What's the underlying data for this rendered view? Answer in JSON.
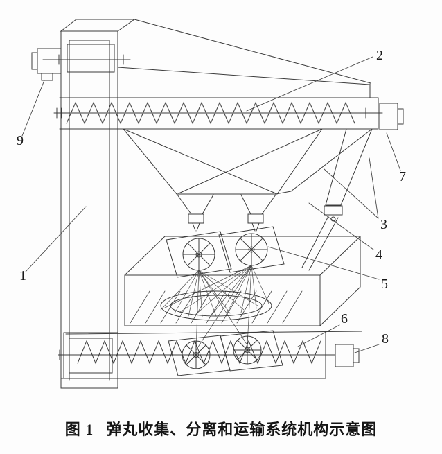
{
  "figure": {
    "caption_prefix": "图 1",
    "caption_title": "弹丸收集、分离和运输系统机构示意图",
    "labels": {
      "l1": "1",
      "l2": "2",
      "l3": "3",
      "l4": "4",
      "l5": "5",
      "l6": "6",
      "l7": "7",
      "l8": "8",
      "l9": "9"
    }
  }
}
